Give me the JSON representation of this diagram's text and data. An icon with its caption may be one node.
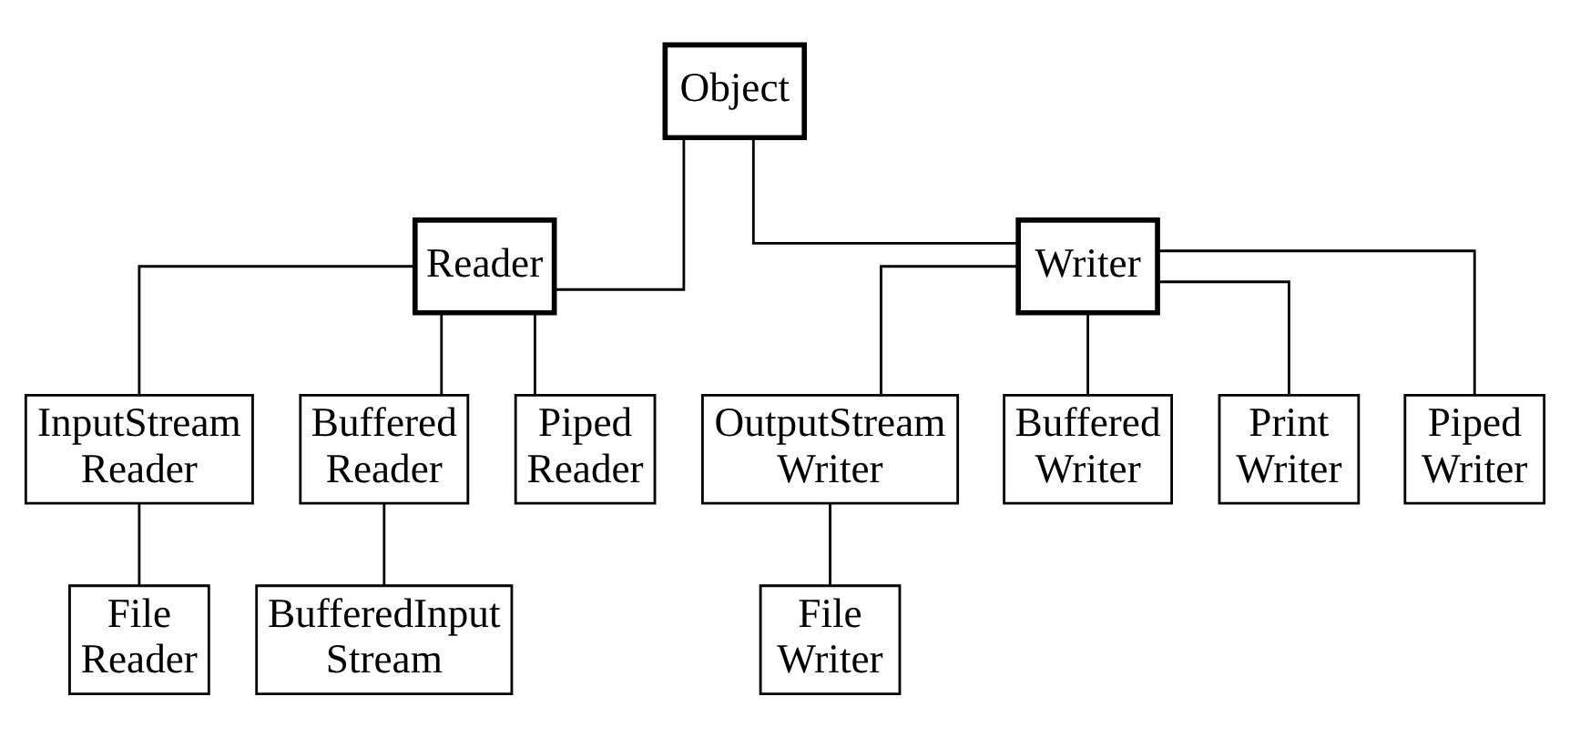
{
  "diagram": {
    "nodes": [
      {
        "text": [
          "Object"
        ]
      },
      {
        "text": [
          "Reader"
        ]
      },
      {
        "text": [
          "Writer"
        ]
      },
      {
        "text": [
          "InputStream Reader"
        ]
      },
      {
        "text": [
          "Buffered Reader"
        ]
      },
      {
        "text": [
          "Piped Reader"
        ]
      },
      {
        "text": [
          "OutputStream Writer"
        ]
      },
      {
        "text": [
          "Buffered Writer"
        ]
      },
      {
        "text": [
          "Print Writer"
        ]
      },
      {
        "text": [
          "Piped Writer"
        ]
      },
      {
        "text": [
          "File Reader"
        ]
      },
      {
        "text": [
          "BufferedInput Stream"
        ]
      },
      {
        "text": [
          "File Writer"
        ]
      }
    ],
    "edges": [
      {
        "from": 0,
        "to": 1,
        "arrow": "none"
      },
      {
        "from": 0,
        "to": 2,
        "arrow": "none"
      },
      {
        "from": 1,
        "to": 3,
        "arrow": "none"
      },
      {
        "from": 1,
        "to": 4,
        "arrow": "none"
      },
      {
        "from": 1,
        "to": 5,
        "arrow": "none"
      },
      {
        "from": 2,
        "to": 6,
        "arrow": "none"
      },
      {
        "from": 2,
        "to": 7,
        "arrow": "none"
      },
      {
        "from": 2,
        "to": 8,
        "arrow": "none"
      },
      {
        "from": 2,
        "to": 9,
        "arrow": "none"
      },
      {
        "from": 3,
        "to": 10,
        "arrow": "none"
      },
      {
        "from": 4,
        "to": 11,
        "arrow": "none"
      },
      {
        "from": 6,
        "to": 12,
        "arrow": "none"
      }
    ]
  }
}
